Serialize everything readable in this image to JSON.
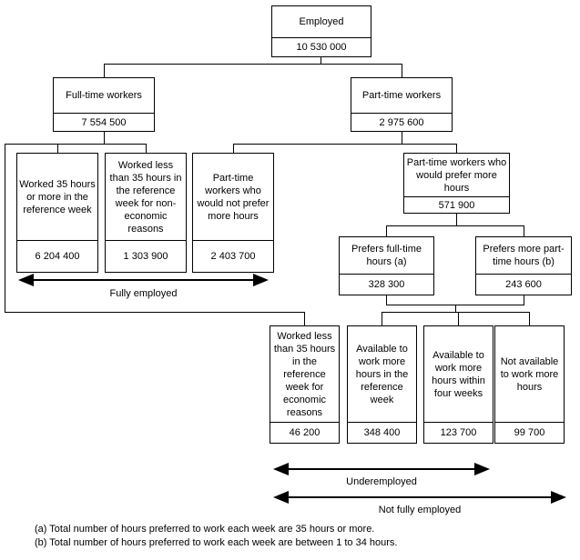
{
  "nodes": {
    "employed": {
      "label": "Employed",
      "value": "10 530 000"
    },
    "full_time": {
      "label": "Full-time workers",
      "value": "7 554 500"
    },
    "part_time": {
      "label": "Part-time workers",
      "value": "2 975 600"
    },
    "worked_35_plus": {
      "label": "Worked 35 hours or more in the reference week",
      "value": "6 204 400"
    },
    "worked_less_non_economic": {
      "label": "Worked less than 35 hours in the reference week for non-economic reasons",
      "value": "1 303 900"
    },
    "pt_not_prefer": {
      "label": "Part-time workers who would not prefer more hours",
      "value": "2 403 700"
    },
    "pt_prefer": {
      "label": "Part-time workers who would prefer more hours",
      "value": "571 900"
    },
    "prefers_full_time": {
      "label": "Prefers full-time hours (a)",
      "value": "328 300"
    },
    "prefers_more_part_time": {
      "label": "Prefers more part-time hours (b)",
      "value": "243 600"
    },
    "worked_less_economic": {
      "label": "Worked less than 35 hours in the reference week for economic reasons",
      "value": "46 200"
    },
    "available_ref_week": {
      "label": "Available to work more hours in the reference week",
      "value": "348 400"
    },
    "available_four_weeks": {
      "label": "Available to work more hours within four weeks",
      "value": "123 700"
    },
    "not_available": {
      "label": "Not available to work more hours",
      "value": "99 700"
    }
  },
  "spans": {
    "fully_employed": "Fully employed",
    "underemployed": "Underemployed",
    "not_fully_employed": "Not fully employed"
  },
  "footnotes": [
    "(a) Total number of hours preferred to work each week are 35 hours or more.",
    "(b) Total number of hours preferred to work each week are between 1 to 34 hours."
  ],
  "colors": {
    "line": "#000000",
    "background": "#ffffff",
    "text": "#000000"
  }
}
